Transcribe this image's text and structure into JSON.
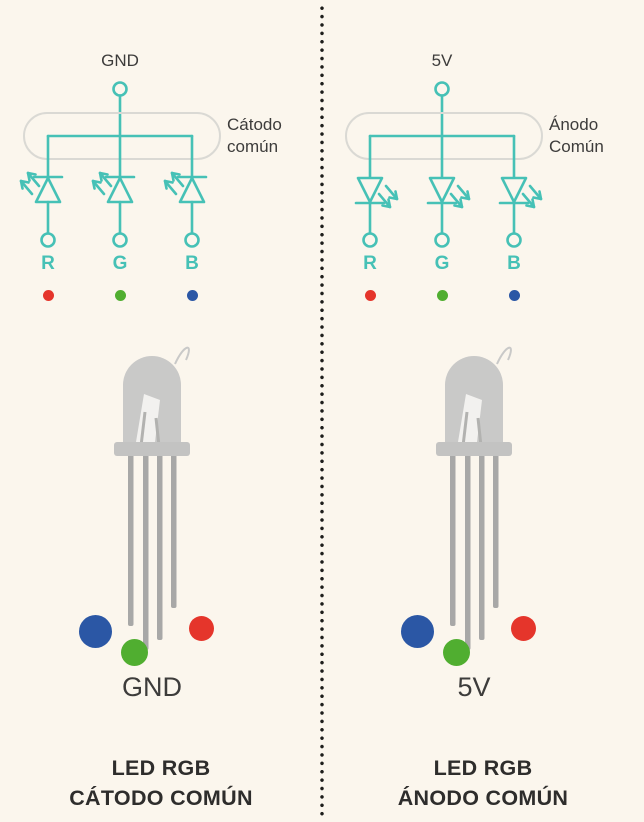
{
  "colors": {
    "background": "#FBF6ED",
    "teal": "#46C1B6",
    "red": "#E5352B",
    "green": "#50AE30",
    "blue": "#2B57A5",
    "led_body": "#C9C9C8",
    "led_legs": "#A8A8A7",
    "box_stroke": "#DAD9D4",
    "text": "#3D3C3B",
    "title": "#2E2D2C",
    "divider": "#1D1D1B"
  },
  "panels": [
    {
      "id": "common-cathode",
      "top_label": "GND",
      "bus_label": {
        "line1": "Cátodo",
        "line2": "común"
      },
      "pins": [
        {
          "letter": "R",
          "color": "#E5352B"
        },
        {
          "letter": "G",
          "color": "#50AE30"
        },
        {
          "letter": "B",
          "color": "#2B57A5"
        }
      ],
      "led_pin_label": "GND",
      "title": {
        "line1": "LED RGB",
        "line2": "CÁTODO COMÚN"
      }
    },
    {
      "id": "common-anode",
      "top_label": "5V",
      "bus_label": {
        "line1": "Ánodo",
        "line2": "Común"
      },
      "pins": [
        {
          "letter": "R",
          "color": "#E5352B"
        },
        {
          "letter": "G",
          "color": "#50AE30"
        },
        {
          "letter": "B",
          "color": "#2B57A5"
        }
      ],
      "led_pin_label": "5V",
      "title": {
        "line1": "LED RGB",
        "line2": "ÁNODO COMÚN"
      }
    }
  ]
}
